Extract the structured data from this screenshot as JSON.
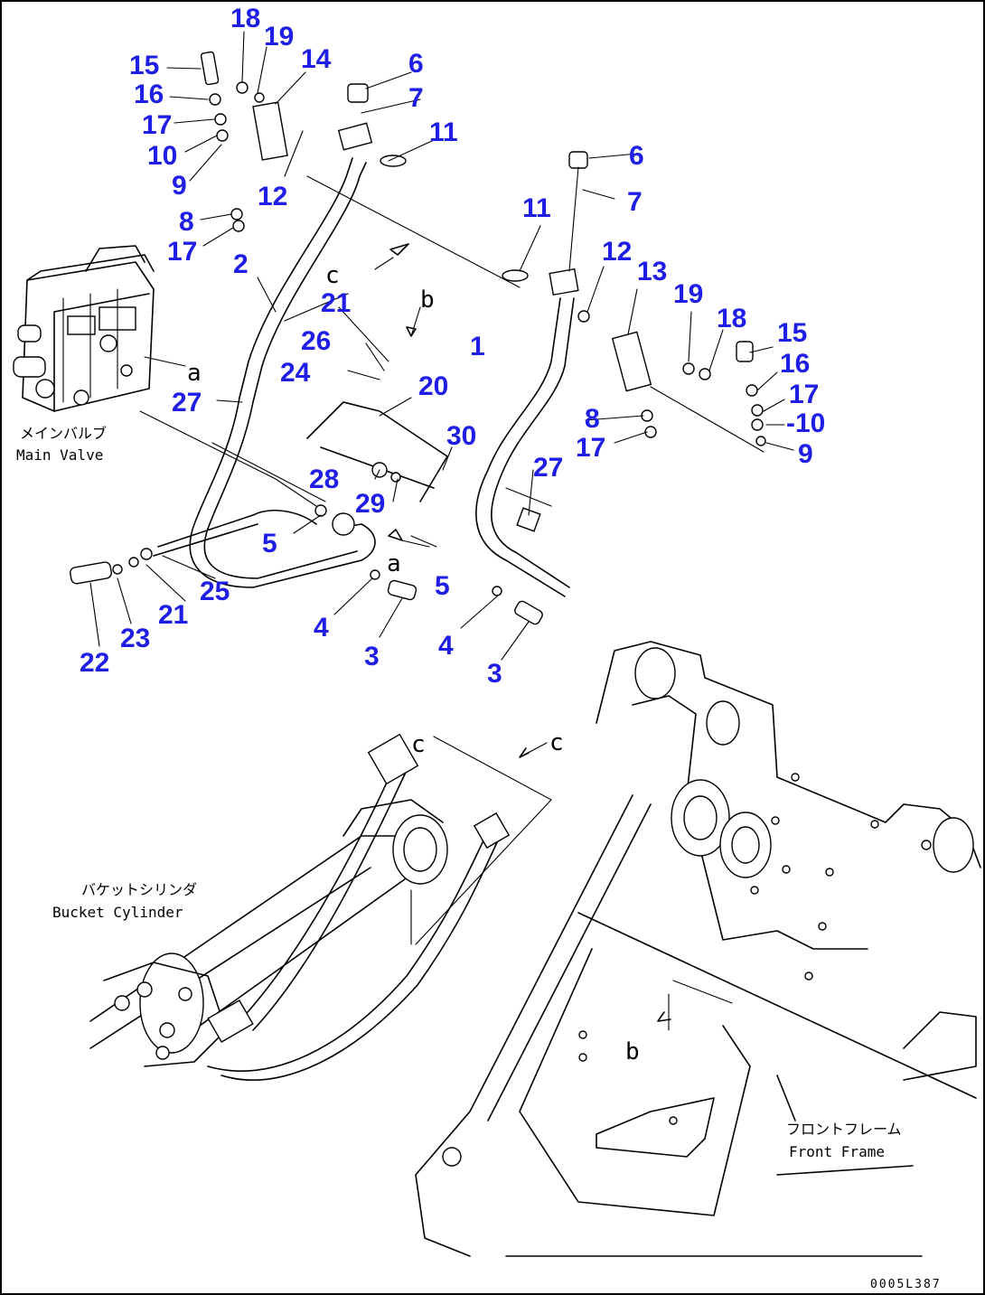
{
  "labels": {
    "main_valve_jp": "メインバルブ",
    "main_valve_en": "Main Valve",
    "bucket_cylinder_jp": "バケットシリンダ",
    "bucket_cylinder_en": "Bucket Cylinder",
    "front_frame_jp": "フロントフレーム",
    "front_frame_en": "Front Frame"
  },
  "markers": {
    "a": "a",
    "b": "b",
    "c": "c"
  },
  "diagram_code": "0005L387",
  "callouts": {
    "c1": "18",
    "c2": "19",
    "c3": "14",
    "c4": "15",
    "c5": "16",
    "c6": "17",
    "c7": "10",
    "c8": "9",
    "c9": "12",
    "c10": "8",
    "c11": "17",
    "c12": "6",
    "c13": "7",
    "c14": "11",
    "c15": "6",
    "c16": "7",
    "c17": "11",
    "c18": "12",
    "c19": "13",
    "c20": "19",
    "c21": "18",
    "c22": "15",
    "c23": "16",
    "c24": "17",
    "c25": "-10",
    "c26": "9",
    "c27": "8",
    "c28": "17",
    "c29": "2",
    "c30": "21",
    "c31": "26",
    "c32": "24",
    "c33": "20",
    "c34": "1",
    "c35": "27",
    "c36": "30",
    "c37": "27",
    "c38": "28",
    "c39": "29",
    "c40": "5",
    "c41": "5",
    "c42": "25",
    "c43": "21",
    "c44": "23",
    "c45": "22",
    "c46": "4",
    "c47": "3",
    "c48": "4",
    "c49": "3"
  }
}
